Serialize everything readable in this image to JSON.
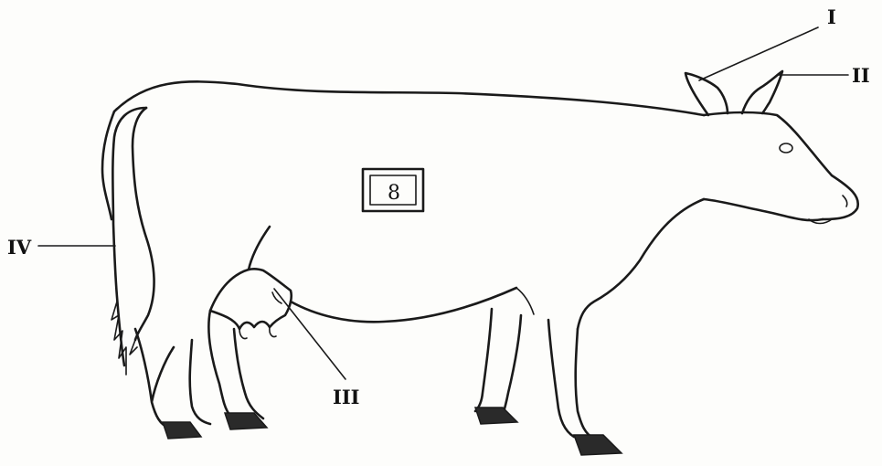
{
  "diagram": {
    "subject": "cow",
    "labels": {
      "one": "I",
      "two": "II",
      "three": "III",
      "four": "IV"
    },
    "box_mark": "8"
  },
  "colors": {
    "ink": "#1a1a1a",
    "paper": "#fdfdfb"
  }
}
